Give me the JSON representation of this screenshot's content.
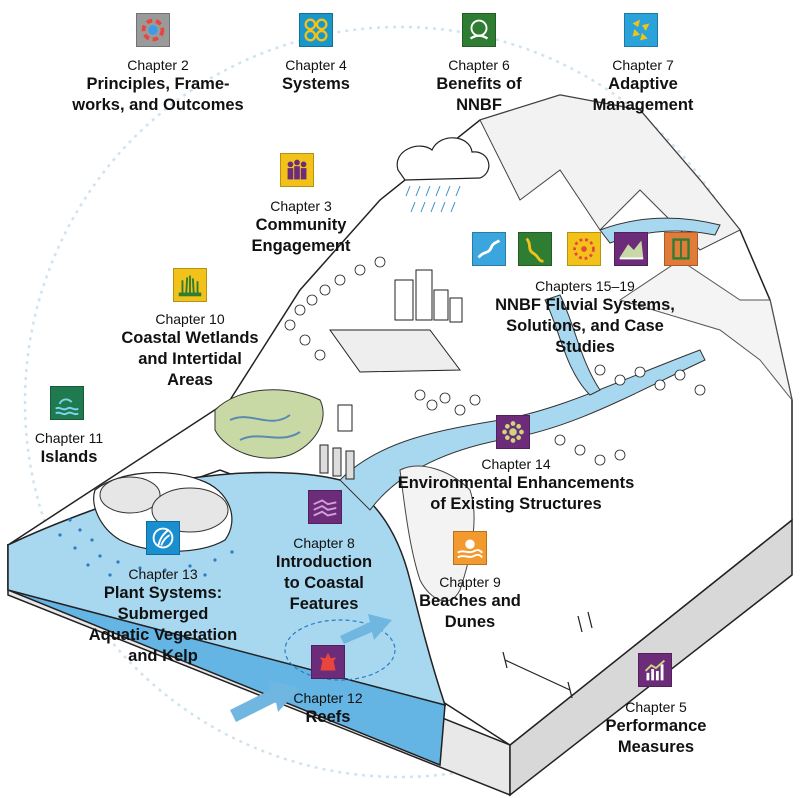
{
  "labels": {
    "ch2": {
      "chapter": "Chapter 2",
      "title_lines": [
        "Principles, Frame-",
        "works, and Outcomes"
      ]
    },
    "ch4": {
      "chapter": "Chapter 4",
      "title_lines": [
        "Systems"
      ]
    },
    "ch6": {
      "chapter": "Chapter 6",
      "title_lines": [
        "Benefits of",
        "NNBF"
      ]
    },
    "ch7": {
      "chapter": "Chapter 7",
      "title_lines": [
        "Adaptive",
        "Management"
      ]
    },
    "ch3": {
      "chapter": "Chapter 3",
      "title_lines": [
        "Community",
        "Engagement"
      ]
    },
    "ch10": {
      "chapter": "Chapter 10",
      "title_lines": [
        "Coastal Wetlands",
        "and Intertidal",
        "Areas"
      ]
    },
    "ch11": {
      "chapter": "Chapter 11",
      "title_lines": [
        "Islands"
      ]
    },
    "ch15": {
      "chapter": "Chapters 15–19",
      "title_lines": [
        "NNBF Fluvial Systems,",
        "Solutions, and Case",
        "Studies"
      ]
    },
    "ch14": {
      "chapter": "Chapter 14",
      "title_lines": [
        "Environmental Enhancements",
        "of Existing Structures"
      ]
    },
    "ch13": {
      "chapter": "Chapter 13",
      "title_lines": [
        "Plant Systems:",
        "Submerged",
        "Aquatic Vegetation",
        "and Kelp"
      ]
    },
    "ch8": {
      "chapter": "Chapter 8",
      "title_lines": [
        "Introduction",
        "to Coastal",
        "Features"
      ]
    },
    "ch9": {
      "chapter": "Chapter 9",
      "title_lines": [
        "Beaches and",
        "Dunes"
      ]
    },
    "ch12": {
      "chapter": "Chapter 12",
      "title_lines": [
        "Reefs"
      ]
    },
    "ch5": {
      "chapter": "Chapter 5",
      "title_lines": [
        "Performance",
        "Measures"
      ]
    }
  },
  "icons": [
    {
      "id": "principles-icon",
      "color": "#9a9a9a"
    },
    {
      "id": "systems-icon",
      "color": "#1a96c8"
    },
    {
      "id": "benefits-icon",
      "color": "#2e7d32"
    },
    {
      "id": "adaptive-management-icon",
      "color": "#29a3d9"
    },
    {
      "id": "community-icon",
      "color": "#f2c21b"
    },
    {
      "id": "wetlands-icon",
      "color": "#f2c21b"
    },
    {
      "id": "islands-icon",
      "color": "#1f7a4f"
    },
    {
      "id": "fluvial-river-icon",
      "color": "#3aa6dd"
    },
    {
      "id": "fluvial-channel-icon",
      "color": "#2e7d32"
    },
    {
      "id": "fluvial-sediment-icon",
      "color": "#f2c21b"
    },
    {
      "id": "fluvial-floodplain-icon",
      "color": "#6d2c7a"
    },
    {
      "id": "fluvial-case-studies-icon",
      "color": "#e07b3a"
    },
    {
      "id": "enhancements-icon",
      "color": "#6d2c7a"
    },
    {
      "id": "sav-kelp-icon",
      "color": "#1a8fd0"
    },
    {
      "id": "coastal-features-icon",
      "color": "#6d2c7a"
    },
    {
      "id": "beaches-dunes-icon",
      "color": "#f29a2e"
    },
    {
      "id": "reefs-icon",
      "color": "#6d2c7a"
    },
    {
      "id": "performance-icon",
      "color": "#6d2c7a"
    }
  ]
}
